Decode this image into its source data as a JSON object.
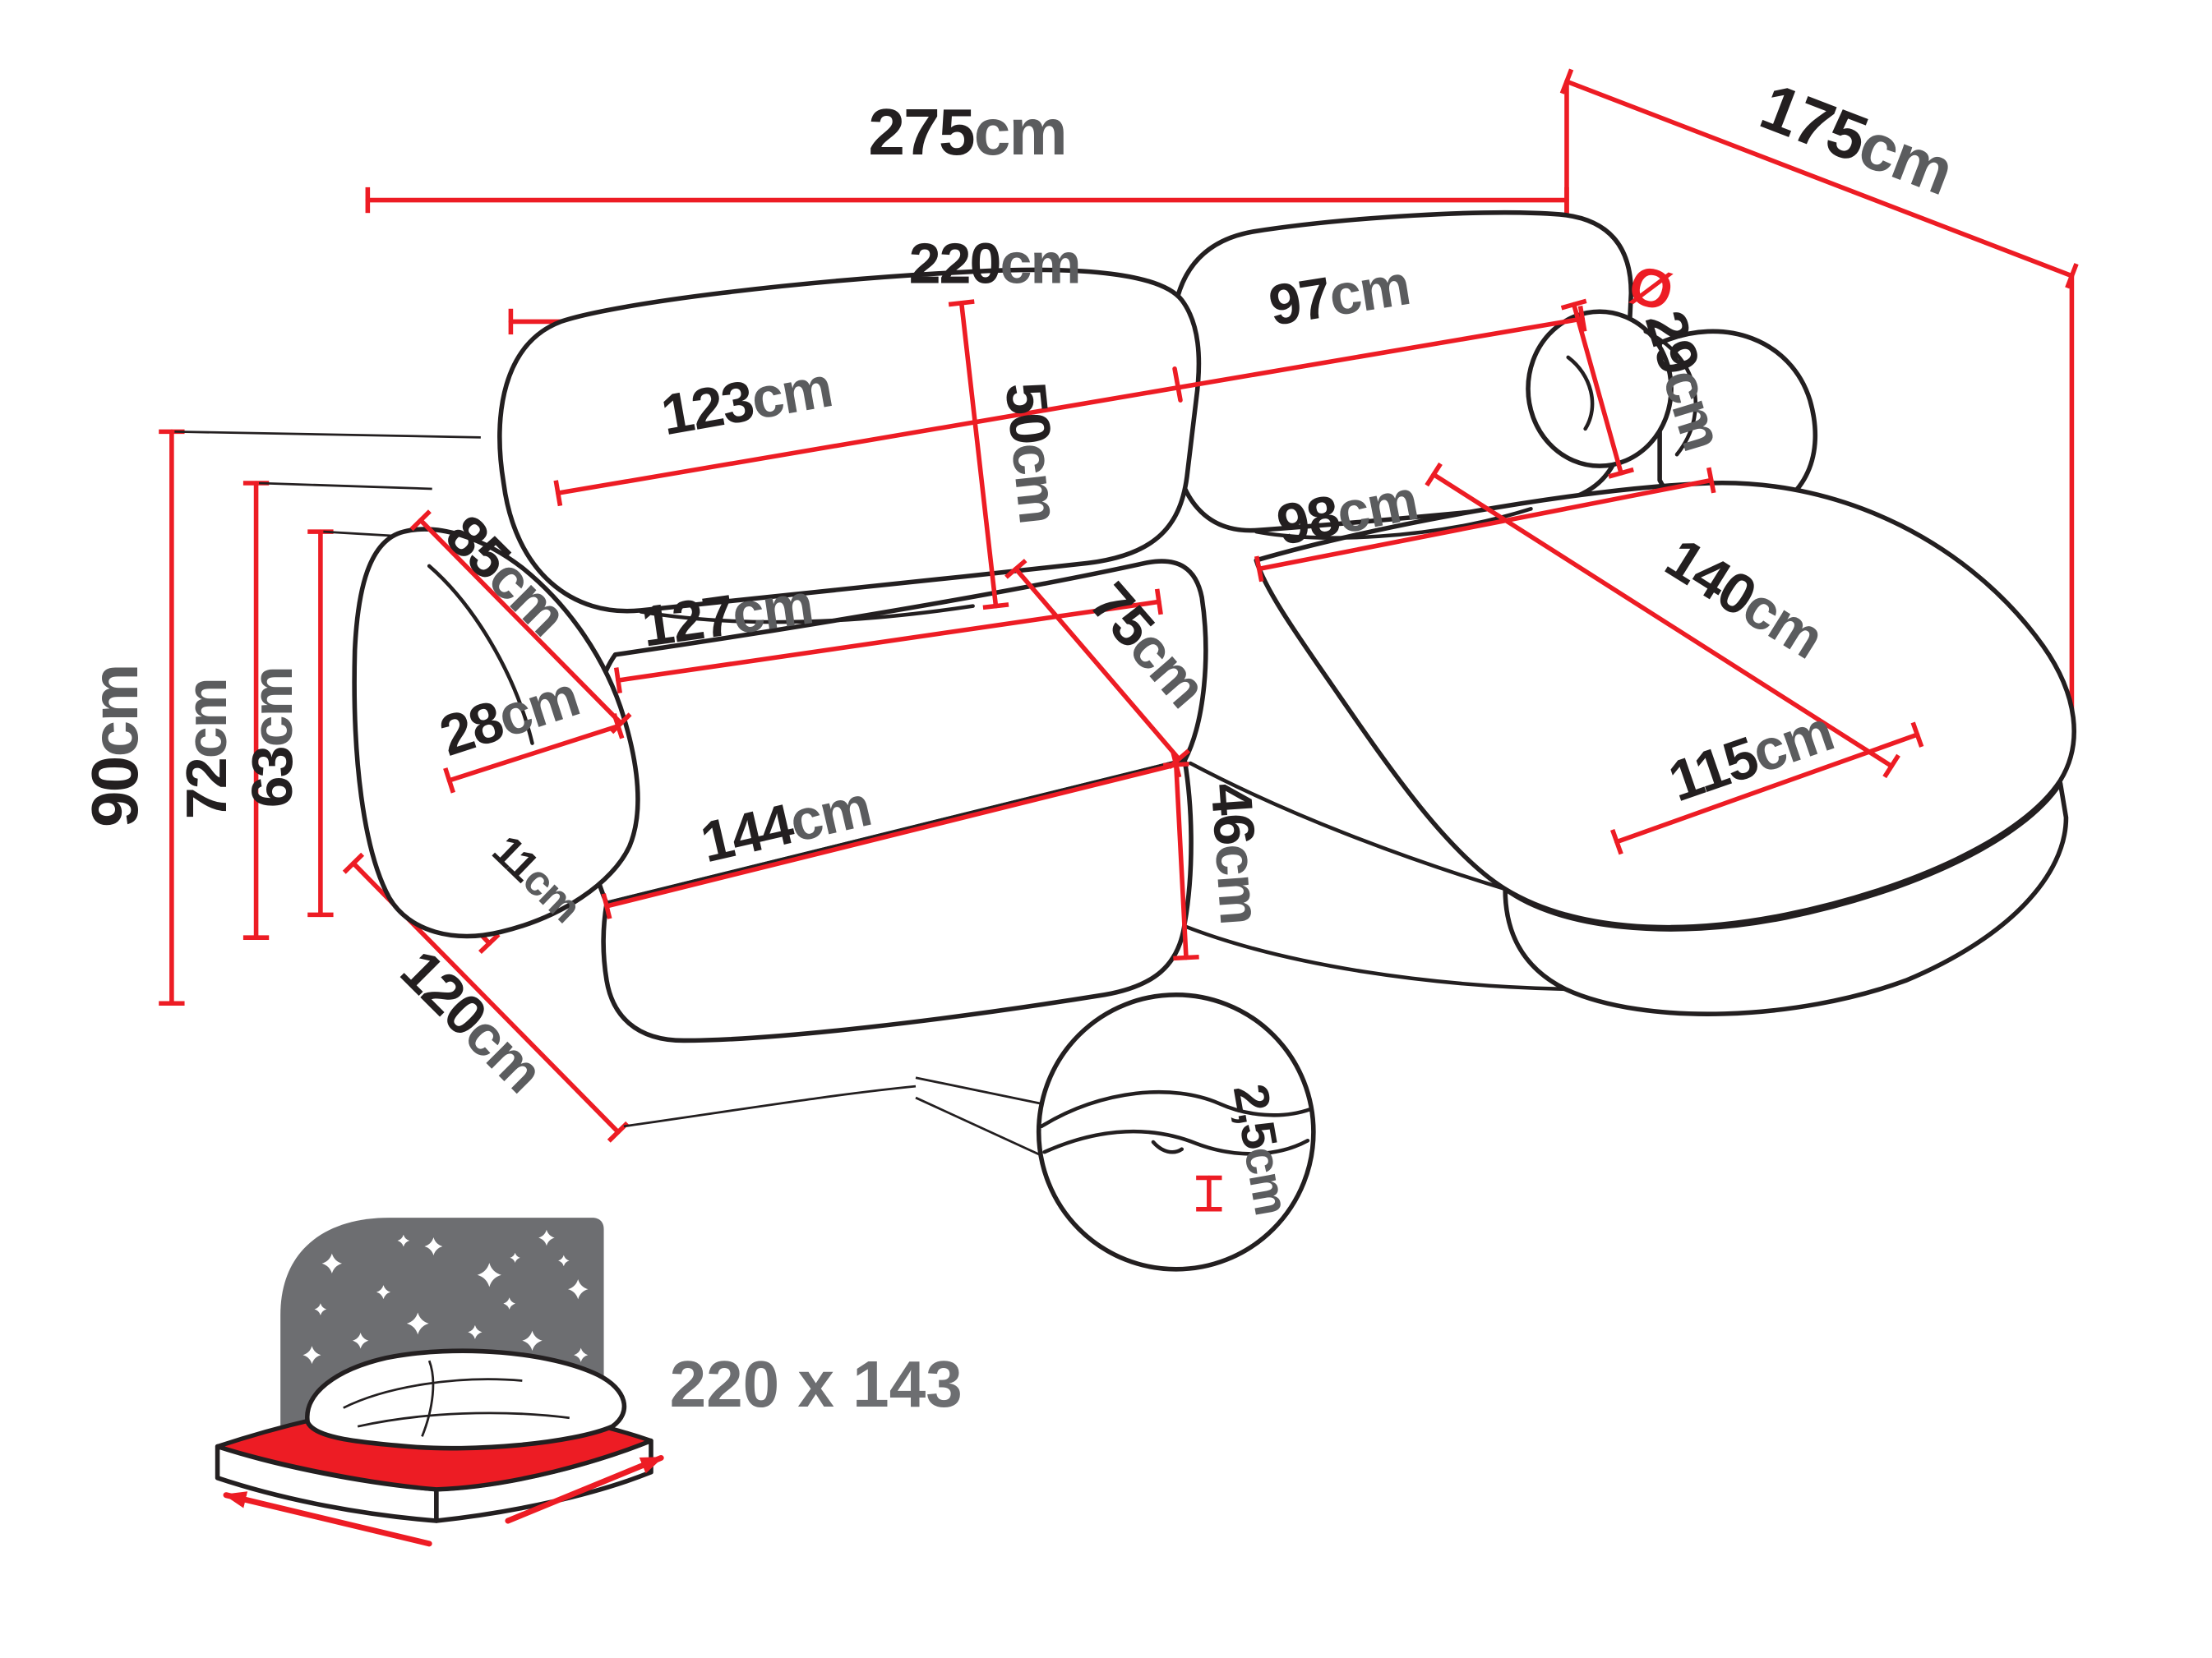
{
  "unit": "cm",
  "diameter_symbol": "Ø",
  "colors": {
    "dimension_red": "#ed1c24",
    "outline_black": "#231f20",
    "unit_gray": "#5b5c5e",
    "icon_gray": "#6d6e71",
    "mattress_red": "#ed1c24"
  },
  "dimensions": {
    "overall_width": "275",
    "overall_depth": "175",
    "upper_width": "220",
    "backrest_left_width": "123",
    "backrest_right_width": "97",
    "backrest_height": "50",
    "bolster_diameter": "29",
    "armrest_depth": "85",
    "chaise_upper_width": "98",
    "chaise_length": "140",
    "seat_width": "127",
    "seat_depth": "75",
    "armrest_width": "28",
    "chaise_lower_width": "115",
    "seat_front_width": "144",
    "seat_height": "46",
    "base_height": "11",
    "front_depth": "120",
    "total_height": "90",
    "armrest_height": "72",
    "seat_cushion_height": "63",
    "cover_gap": "2,5"
  },
  "sleeping_area": {
    "label": "220 x 143"
  }
}
